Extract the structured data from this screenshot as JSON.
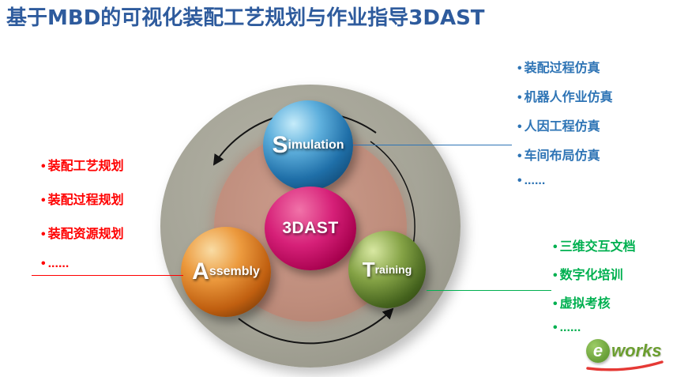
{
  "title": "基于MBD的可视化装配工艺规划与作业指导3DAST",
  "bullet": "•",
  "diagram": {
    "center_label": "3DAST",
    "spheres": {
      "simulation": {
        "initial": "S",
        "rest": "imulation"
      },
      "assembly": {
        "initial": "A",
        "rest": "ssembly"
      },
      "training": {
        "initial": "T",
        "rest": "raining"
      }
    }
  },
  "lists": {
    "planning": {
      "color": "#FF0000",
      "items": [
        "装配工艺规划",
        "装配过程规划",
        "装配资源规划",
        "......"
      ]
    },
    "simulation": {
      "color": "#2E74B5",
      "items": [
        "装配过程仿真",
        "机器人作业仿真",
        "人因工程仿真",
        "车间布局仿真",
        "......"
      ]
    },
    "training": {
      "color": "#00B050",
      "items": [
        "三维交互文档",
        "数字化培训",
        "虚拟考核",
        "......"
      ]
    }
  },
  "logo": {
    "e": "e",
    "works": "works"
  }
}
